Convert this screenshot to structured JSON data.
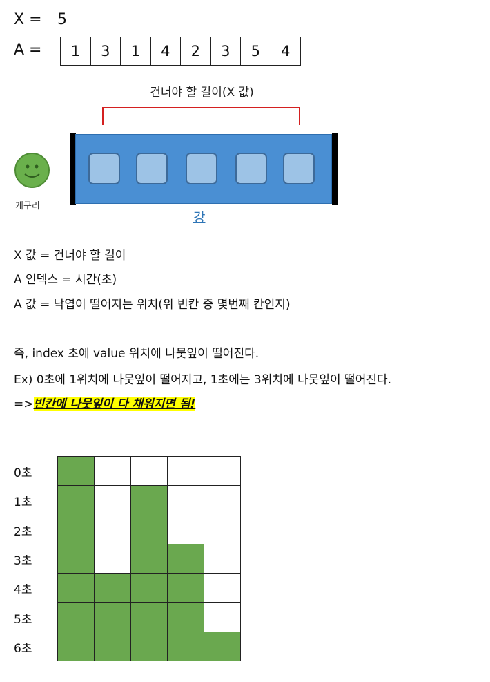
{
  "header": {
    "x_label": "X =",
    "x_value": "5",
    "a_label": "A =",
    "a_values": [
      "1",
      "3",
      "1",
      "4",
      "2",
      "3",
      "5",
      "4"
    ]
  },
  "diagram": {
    "bracket_label": "건너야 할 길이(X 값)",
    "frog_label": "개구리",
    "river_label": "강",
    "leaf_count": 5,
    "colors": {
      "river": "#4a8fd3",
      "leaf": "#9dc3e6",
      "bracket": "#d42020",
      "frog": "#6ab04c",
      "filled": "#6aa84f"
    }
  },
  "text": {
    "line1": "X 값 = 건너야 할 길이",
    "line2": "A 인덱스 = 시간(초)",
    "line3": "A 값 = 낙엽이 떨어지는 위치(위 빈칸 중 몇번째 칸인지)",
    "line4": "즉, index 초에 value 위치에 나뭇잎이 떨어진다.",
    "line5": "Ex) 0초에 1위치에 나뭇잎이 떨어지고, 1초에는 3위치에 나뭇잎이 떨어진다.",
    "line6_prefix": "=>",
    "line6_highlight": "빈칸에 나뭇잎이 다 채워지면 됨!"
  },
  "grid": {
    "rows": [
      "0초",
      "1초",
      "2초",
      "3초",
      "4초",
      "5초",
      "6초"
    ],
    "filled": [
      [
        1,
        0,
        0,
        0,
        0
      ],
      [
        1,
        0,
        1,
        0,
        0
      ],
      [
        1,
        0,
        1,
        0,
        0
      ],
      [
        1,
        0,
        1,
        1,
        0
      ],
      [
        1,
        1,
        1,
        1,
        0
      ],
      [
        1,
        1,
        1,
        1,
        0
      ],
      [
        1,
        1,
        1,
        1,
        1
      ]
    ]
  }
}
